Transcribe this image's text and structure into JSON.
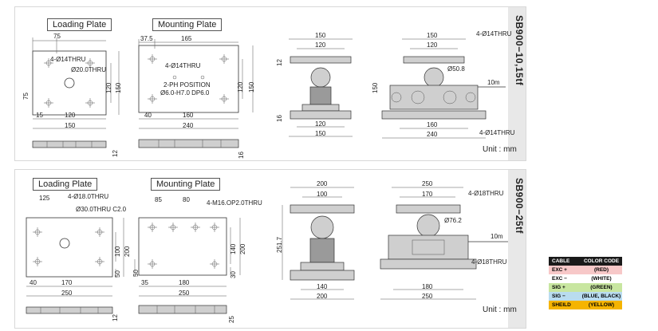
{
  "panel1": {
    "title": "SB900−10,15tf",
    "loading_plate_label": "Loading Plate",
    "mounting_plate_label": "Mounting Plate",
    "unit": "Unit : mm",
    "loading": {
      "w_top": "75",
      "hole": "4-Ø14THRU",
      "center": "Ø20.0THRU",
      "left_dim": "75",
      "right_dim1": "120",
      "right_dim2": "150",
      "bottom_small": "15",
      "bottom_mid": "120",
      "bottom_total": "150",
      "side_h": "12"
    },
    "mounting": {
      "top_left": "37.5",
      "top_mid": "165",
      "hole": "4-Ø14THRU",
      "note1": "2-PH POSITION",
      "note2": "Ø6.0-H7.0 DP6.0",
      "right_dim1": "120",
      "right_dim2": "150",
      "bottom_left": "40",
      "bottom_mid": "160",
      "bottom_total": "240",
      "side_h": "16"
    },
    "side": {
      "top_outer": "150",
      "top_inner": "120",
      "left_top": "12",
      "left_bottom": "16",
      "bottom_inner": "120",
      "bottom_outer": "150"
    },
    "front": {
      "top_outer": "150",
      "top_inner": "120",
      "hole_top": "4-Ø14THRU",
      "ball": "Ø50.8",
      "cable": "10m",
      "height": "150",
      "bottom_inner": "160",
      "bottom_outer": "240",
      "hole_bottom": "4-Ø14THRU"
    }
  },
  "panel2": {
    "title": "SB900−25tf",
    "loading_plate_label": "Loading Plate",
    "mounting_plate_label": "Mounting Plate",
    "unit": "Unit : mm",
    "loading": {
      "top_left": "125",
      "hole": "4-Ø18.0THRU",
      "center": "Ø30.0THRU C2.0",
      "right_dim1": "100",
      "right_dim2": "200",
      "right_dim3": "50",
      "bottom_left": "40",
      "bottom_mid": "170",
      "bottom_total": "250",
      "side_h": "12"
    },
    "mounting": {
      "top_left": "85",
      "top_mid": "80",
      "hole": "4-M16.OP2.0THRU",
      "right_dim1": "140",
      "right_dim2": "200",
      "right_dim3": "30",
      "left_dim": "50",
      "bottom_left": "35",
      "bottom_mid": "180",
      "bottom_total": "250",
      "side_h": "25"
    },
    "side": {
      "top_outer": "200",
      "top_inner": "100",
      "height": "251.7",
      "bottom_inner": "140",
      "bottom_outer": "200"
    },
    "front": {
      "top_outer": "250",
      "top_inner": "170",
      "hole_top": "4-Ø18THRU",
      "ball": "Ø76.2",
      "cable": "10m",
      "hole_bottom": "4-Ø18THRU",
      "bottom_inner": "180",
      "bottom_outer": "250"
    }
  },
  "legend": {
    "header_a": "CABLE",
    "header_b": "COLOR CODE",
    "rows": [
      {
        "a": "EXC +",
        "b": "(RED)",
        "color": "#f7c8c8"
      },
      {
        "a": "EXC −",
        "b": "(WHITE)",
        "color": "#ffffff"
      },
      {
        "a": "SIG +",
        "b": "(GREEN)",
        "color": "#c8e6a0"
      },
      {
        "a": "SIG −",
        "b": "(BLUE, BLACK)",
        "color": "#b9dcef"
      },
      {
        "a": "SHEILD",
        "b": "(YELLOW)",
        "color": "#f5b400"
      }
    ]
  }
}
